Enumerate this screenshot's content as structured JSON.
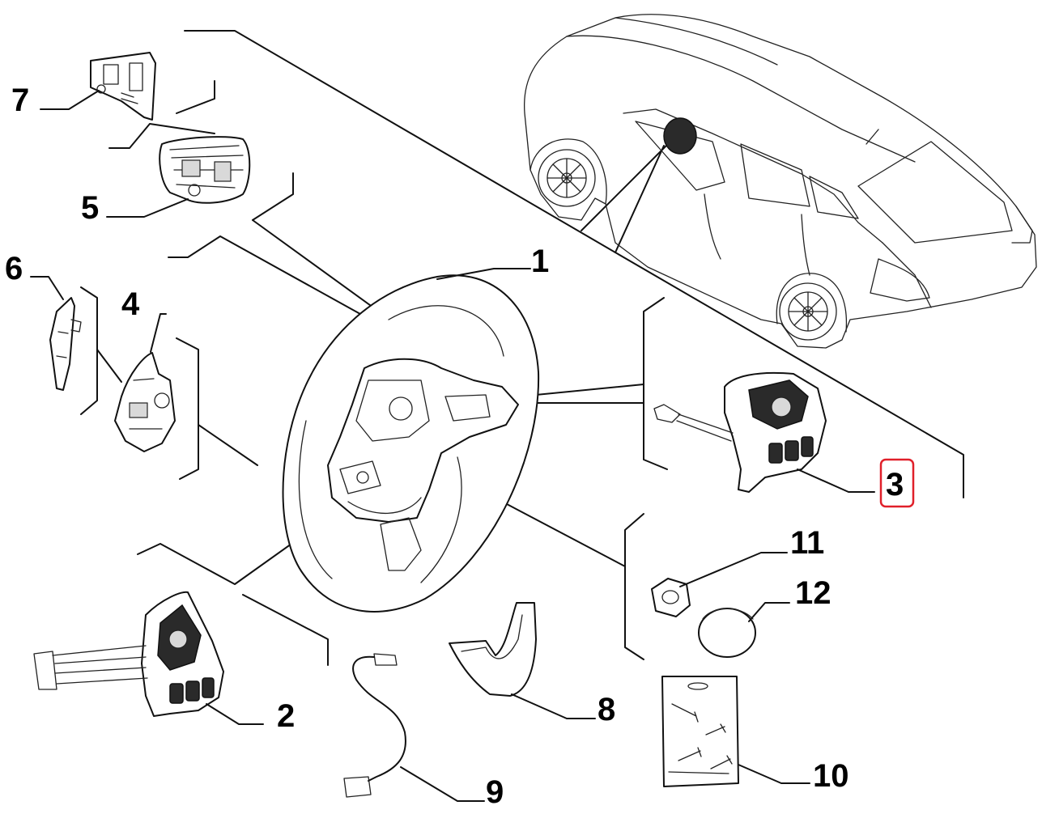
{
  "callouts": [
    {
      "id": "1",
      "label": "1"
    },
    {
      "id": "2",
      "label": "2"
    },
    {
      "id": "3",
      "label": "3",
      "highlighted": true
    },
    {
      "id": "4",
      "label": "4"
    },
    {
      "id": "5",
      "label": "5"
    },
    {
      "id": "6",
      "label": "6"
    },
    {
      "id": "7",
      "label": "7"
    },
    {
      "id": "8",
      "label": "8"
    },
    {
      "id": "9",
      "label": "9"
    },
    {
      "id": "10",
      "label": "10"
    },
    {
      "id": "11",
      "label": "11"
    },
    {
      "id": "12",
      "label": "12"
    }
  ],
  "colors": {
    "line": "#111111",
    "highlight": "#e0202a",
    "background": "#ffffff"
  }
}
